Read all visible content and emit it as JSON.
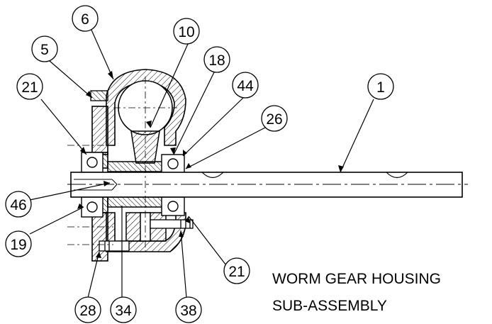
{
  "title": {
    "line1": "WORM GEAR HOUSING",
    "line2": "SUB-ASSEMBLY"
  },
  "balloons": [
    {
      "id": "b6",
      "label": "6"
    },
    {
      "id": "b10",
      "label": "10"
    },
    {
      "id": "b5",
      "label": "5"
    },
    {
      "id": "b18",
      "label": "18"
    },
    {
      "id": "b21a",
      "label": "21"
    },
    {
      "id": "b44",
      "label": "44"
    },
    {
      "id": "b1",
      "label": "1"
    },
    {
      "id": "b26",
      "label": "26"
    },
    {
      "id": "b46",
      "label": "46"
    },
    {
      "id": "b19",
      "label": "19"
    },
    {
      "id": "b21b",
      "label": "21"
    },
    {
      "id": "b28",
      "label": "28"
    },
    {
      "id": "b34",
      "label": "34"
    },
    {
      "id": "b38",
      "label": "38"
    }
  ],
  "colors": {
    "line": "#000000",
    "background": "#ffffff"
  }
}
